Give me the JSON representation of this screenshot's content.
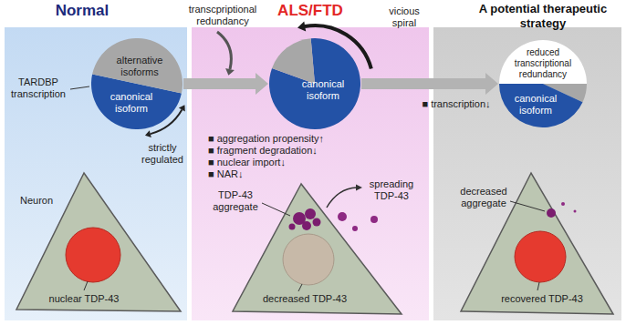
{
  "diagram": {
    "nodes": [
      {
        "text": [
          "Normal"
        ]
      },
      {
        "text": [
          "alternative isoforms",
          "canonical isoform"
        ],
        "in": 0
      },
      {
        "text": [
          "ALS/FTD"
        ]
      },
      {
        "text": [
          "canonical isoform"
        ],
        "in": 2
      },
      {
        "text": [
          "A potential therapeutic strategy"
        ]
      },
      {
        "text": [
          "reduced transcriptional redundancy",
          "canonical isoform"
        ],
        "in": 4
      }
    ],
    "edges": [
      {
        "from": 1,
        "to": 3,
        "arrow": "to",
        "label": "transcpriptional redundancy"
      },
      {
        "from": 3,
        "to": 5,
        "arrow": "to",
        "label": "■ transcription↓"
      }
    ],
    "labels": [
      "TARDBP transcription",
      "strictly regulated",
      "Neuron",
      "nuclear TDP-43",
      "vicious spiral",
      "■ aggregation propensity↑",
      "■ fragment degradation↓",
      "■ nuclear import↓",
      "■ NAR↓",
      "TDP-43 aggregate",
      "spreading TDP-43",
      "decreased TDP-43",
      "decreased aggregate",
      "recovered TDP-43"
    ]
  }
}
